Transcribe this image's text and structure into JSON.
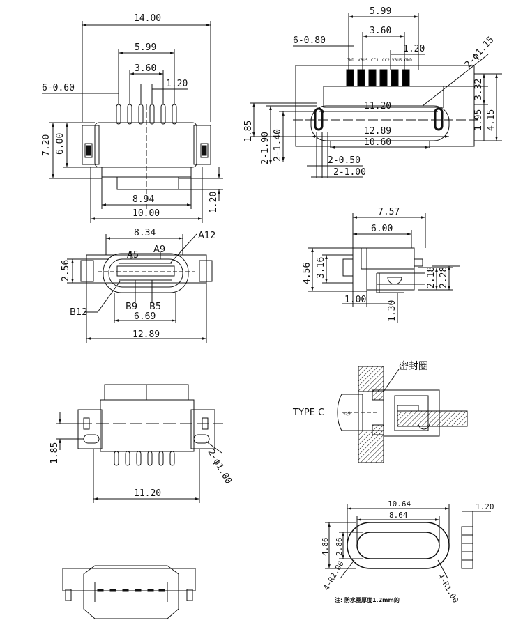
{
  "colors": {
    "ink": "#111111",
    "paper": "#ffffff",
    "hatch": "#111111",
    "pin": "#000000"
  },
  "views": {
    "front": {
      "dims": {
        "overall_width": "14.00",
        "pin_span": "5.99",
        "inner_span": "3.60",
        "pitch": "1.20",
        "pin_count": "6-0.60",
        "height_total": "7.20",
        "height_body": "6.00",
        "body_width": "8.94",
        "base_width": "10.00",
        "base_height": "1.20"
      }
    },
    "top": {
      "pin_labels": [
        "GND",
        "VBUS",
        "CC1",
        "CC2",
        "VBUS",
        "GND"
      ],
      "dims": {
        "pin_span": "5.99",
        "inner_span": "3.60",
        "pitch": "1.20",
        "pin_count": "6-0.80",
        "hole": "2-ϕ1.15",
        "slot_span": "11.20",
        "outer_span": "12.89",
        "body_span": "10.60",
        "h_332": "3.32",
        "h_195": "1.95",
        "h_415": "4.15",
        "h_185": "1.85",
        "slot_len": "2-1.90",
        "slot_inner": "2-1.40",
        "slot_w_050": "2-0.50",
        "slot_w_100": "2-1.00"
      }
    },
    "port": {
      "contact_labels": {
        "a1": "A12",
        "a5": "A5",
        "a9": "A9",
        "b12": "B12",
        "b9": "B9",
        "b5": "B5"
      },
      "dims": {
        "opening_width": "8.34",
        "inner_width": "6.69",
        "outer_width": "12.89",
        "height": "2.56"
      }
    },
    "side": {
      "dims": {
        "length": "7.57",
        "body_length": "6.00",
        "height": "4.56",
        "inner_height": "3.16",
        "h_218": "2.18",
        "h_228": "2.28",
        "front_gap": "1.00",
        "pin_len": "1.30"
      }
    },
    "bottom": {
      "dims": {
        "height": "1.85",
        "holes": "2-ϕ1.00",
        "width": "11.20"
      }
    },
    "section": {
      "seal_label": "密封圈",
      "type_label": "TYPE C",
      "plug_label": "公头"
    },
    "gasket": {
      "dims": {
        "outer_width": "10.64",
        "inner_width": "8.64",
        "outer_height": "4.86",
        "inner_height": "2.86",
        "thickness": "1.20",
        "r_outer": "4-R2.00",
        "r_inner": "4-R1.00"
      },
      "note": "注: 防水圈厚度1.2mm的"
    }
  }
}
